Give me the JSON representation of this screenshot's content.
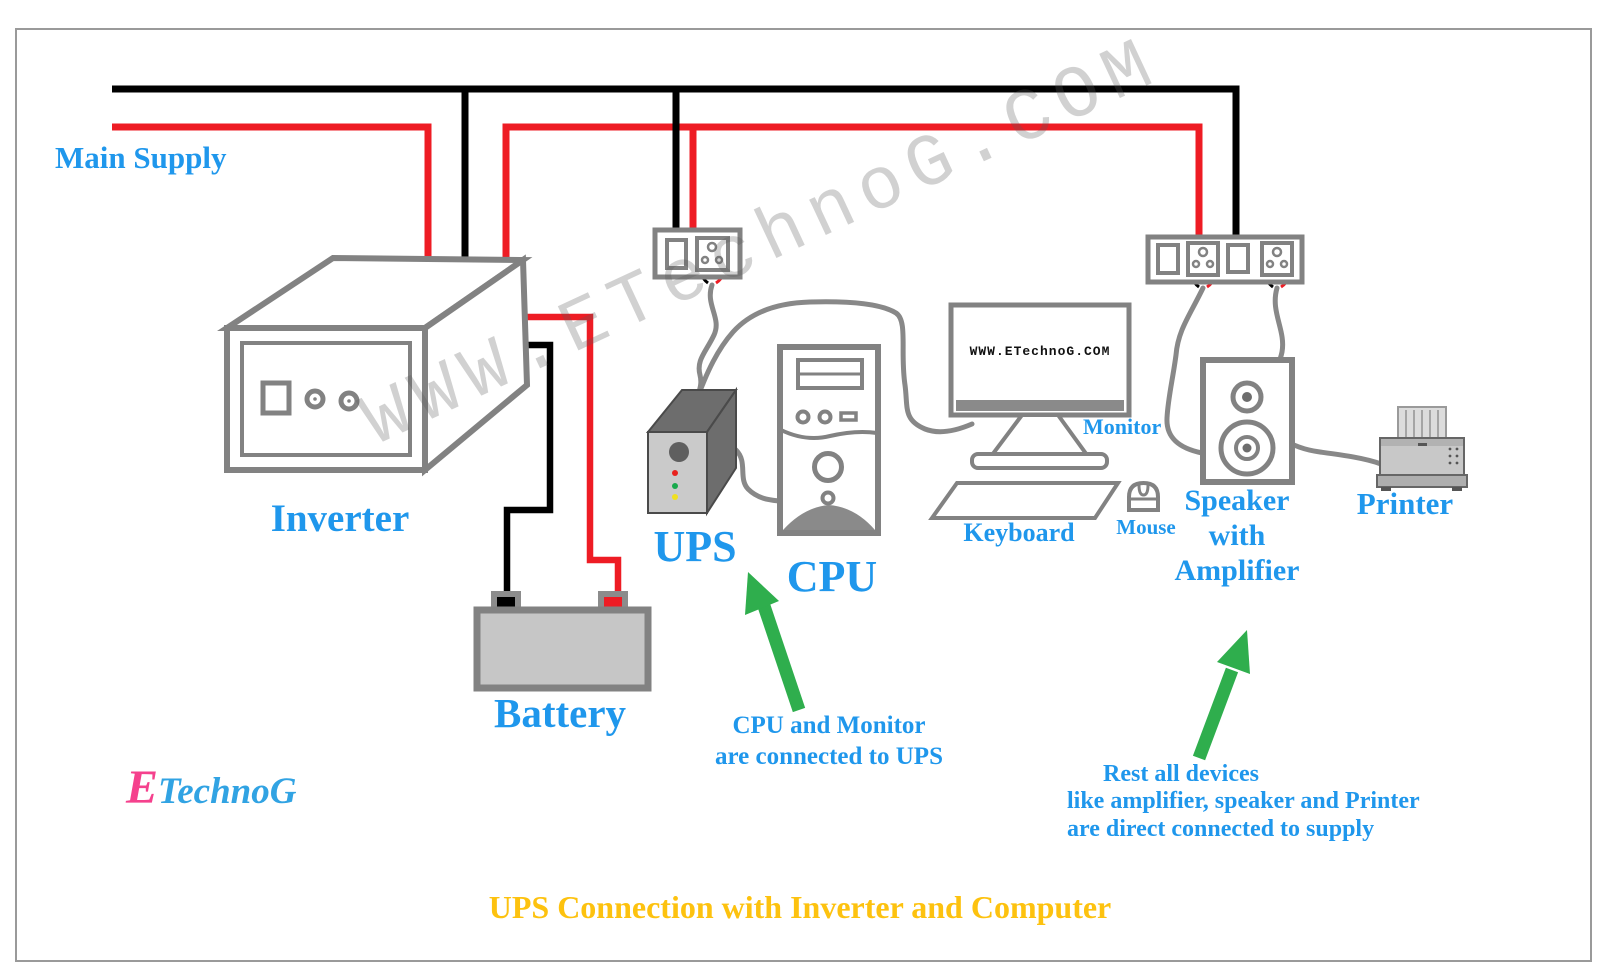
{
  "diagram": {
    "labels": {
      "main_supply": "Main Supply",
      "inverter": "Inverter",
      "ups": "UPS",
      "cpu": "CPU",
      "battery": "Battery",
      "monitor": "Monitor",
      "keyboard": "Keyboard",
      "mouse": "Mouse",
      "speaker_line1": "Speaker",
      "speaker_line2": "with",
      "speaker_line3": "Amplifier",
      "printer": "Printer"
    },
    "monitor_screen_text": "WWW.ETechnoG.COM",
    "watermark": "WWW.ETechnoG.COM",
    "annotations": {
      "ups_note_line1": "CPU and Monitor",
      "ups_note_line2": "are connected to UPS",
      "supply_note_line1": "Rest all devices",
      "supply_note_line2": "like amplifier, speaker and Printer",
      "supply_note_line3": "are direct connected to supply"
    },
    "logo": {
      "e": "E",
      "rest": "TechnoG"
    },
    "title": "UPS Connection with Inverter and Computer",
    "colors": {
      "label_blue": "#1f97ec",
      "wire_red": "#ee1c24",
      "wire_black": "#000000",
      "device_gray": "#828282",
      "arrow_green": "#2fae4d",
      "title_gold": "#fdc20f",
      "logo_pink": "#f5418d",
      "logo_blue": "#31a3e3"
    }
  }
}
